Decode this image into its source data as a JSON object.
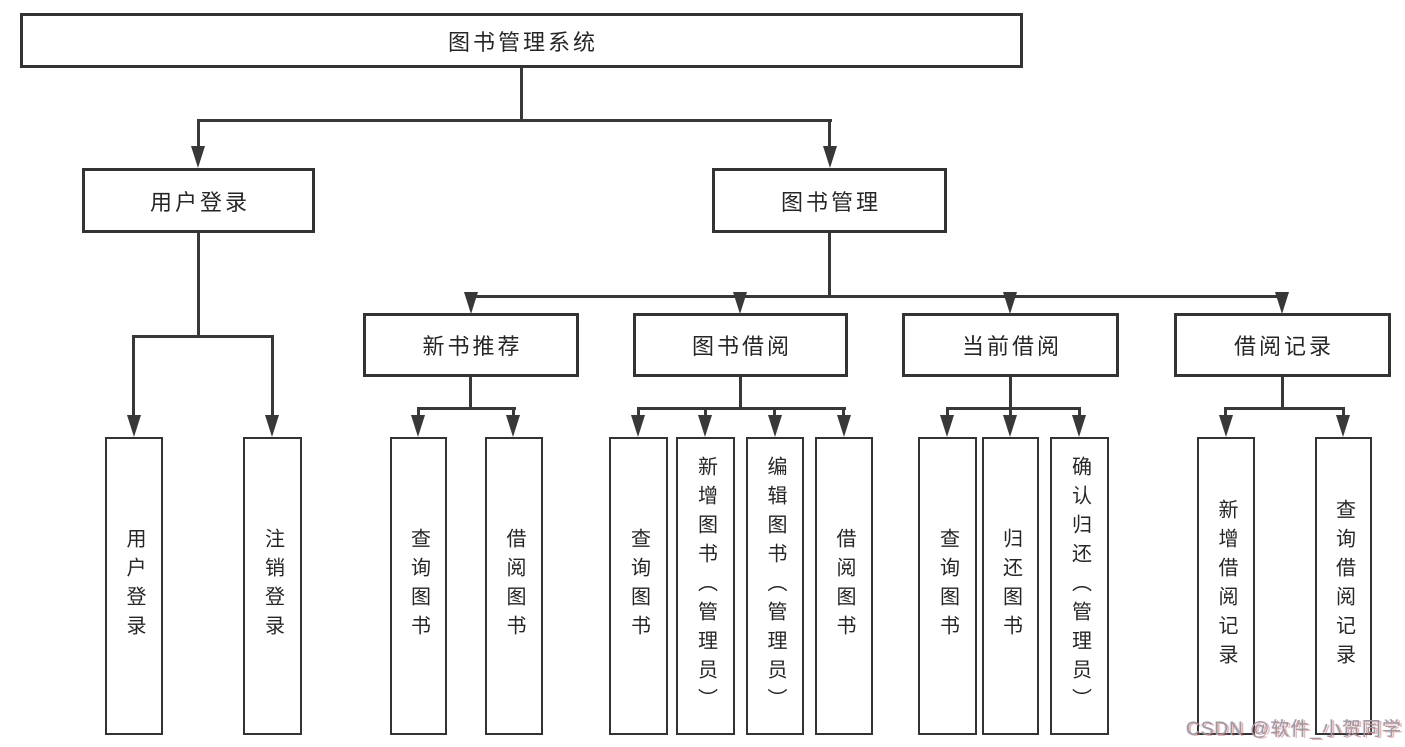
{
  "diagram": {
    "root": {
      "label": "图书管理系统"
    },
    "level2": [
      {
        "label": "用户登录"
      },
      {
        "label": "图书管理"
      }
    ],
    "level3": [
      {
        "label": "新书推荐"
      },
      {
        "label": "图书借阅"
      },
      {
        "label": "当前借阅"
      },
      {
        "label": "借阅记录"
      }
    ],
    "leaves": [
      {
        "label": "用户登录"
      },
      {
        "label": "注销登录"
      },
      {
        "label": "查询图书"
      },
      {
        "label": "借阅图书"
      },
      {
        "label": "查询图书"
      },
      {
        "label": "新增图书（管理员）"
      },
      {
        "label": "编辑图书（管理员）"
      },
      {
        "label": "借阅图书"
      },
      {
        "label": "查询图书"
      },
      {
        "label": "归还图书"
      },
      {
        "label": "确认归还（管理员）"
      },
      {
        "label": "新增借阅记录"
      },
      {
        "label": "查询借阅记录"
      }
    ]
  },
  "watermark": {
    "text": "CSDN @软件_小贺同学"
  },
  "colors": {
    "line": "#383838",
    "box_border": "#333333",
    "text": "#262626",
    "background": "#ffffff",
    "watermark": "#9b9ba3",
    "watermark_shadow": "#d65c5c"
  }
}
